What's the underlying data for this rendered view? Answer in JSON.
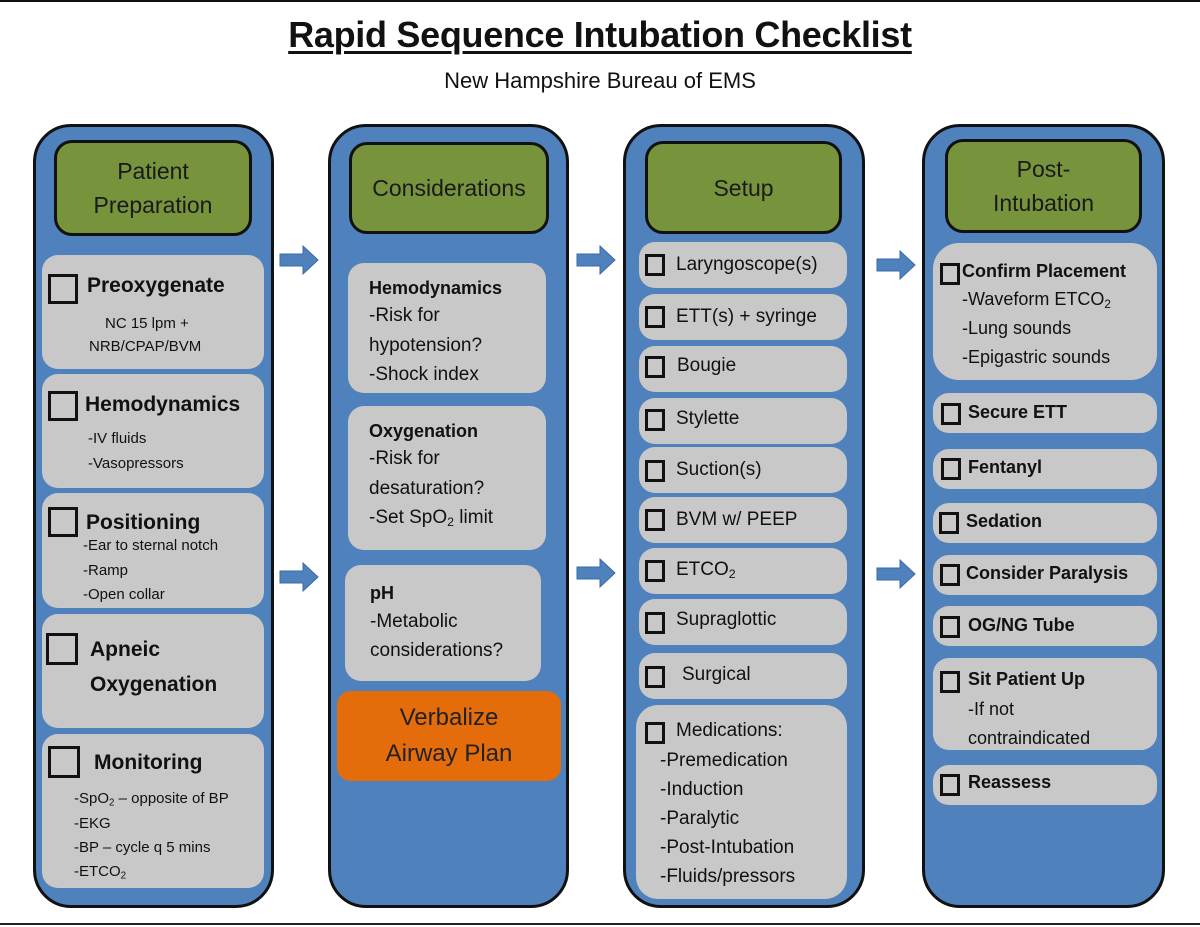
{
  "title": "Rapid Sequence Intubation Checklist",
  "subtitle": "New Hampshire Bureau of EMS",
  "colors": {
    "column_blue": "#4f81bd",
    "header_green": "#77933c",
    "card_gray": "#c8c8c8",
    "plan_orange": "#e46c0a"
  },
  "columns": [
    {
      "header_line1": "Patient",
      "header_line2": "Preparation",
      "items": [
        {
          "label": "Preoxygenate",
          "details": [
            "NC 15 lpm +",
            "NRB/CPAP/BVM"
          ],
          "checked": false
        },
        {
          "label": "Hemodynamics",
          "details": [
            "-IV fluids",
            "-Vasopressors"
          ],
          "checked": false
        },
        {
          "label": "Positioning",
          "details": [
            "-Ear to sternal notch",
            "-Ramp",
            "-Open collar"
          ],
          "checked": false
        },
        {
          "label_line1": "Apneic",
          "label_line2": "Oxygenation",
          "checked": false
        },
        {
          "label": "Monitoring",
          "details": [
            "-SpO",
            "2",
            " – opposite of BP",
            "-EKG",
            "-BP – cycle q 5 mins",
            "-ETCO",
            "2"
          ],
          "checked": false
        }
      ]
    },
    {
      "header": "Considerations",
      "items": [
        {
          "label": "Hemodynamics",
          "details": [
            "-Risk for",
            "hypotension?",
            "-Shock index"
          ]
        },
        {
          "label": "Oxygenation",
          "details": [
            "-Risk for",
            "desaturation?",
            "-Set SpO",
            "2",
            " limit"
          ]
        },
        {
          "label": "pH",
          "details": [
            "-Metabolic",
            "considerations?"
          ]
        }
      ],
      "plan_line1": "Verbalize",
      "plan_line2": "Airway Plan"
    },
    {
      "header": "Setup",
      "items": [
        {
          "label": "Laryngoscope(s)",
          "checked": false
        },
        {
          "label": "ETT(s) + syringe",
          "checked": false
        },
        {
          "label": "Bougie",
          "checked": false
        },
        {
          "label": "Stylette",
          "checked": false
        },
        {
          "label": "Suction(s)",
          "checked": false
        },
        {
          "label": "BVM w/ PEEP",
          "checked": false
        },
        {
          "label": "ETCO",
          "label_sub": "2",
          "checked": false
        },
        {
          "label": "Supraglottic",
          "checked": false
        },
        {
          "label": "Surgical",
          "checked": false
        },
        {
          "label": "Medications:",
          "details": [
            "-Premedication",
            "-Induction",
            "-Paralytic",
            "-Post-Intubation",
            "-Fluids/pressors"
          ],
          "checked": false
        }
      ]
    },
    {
      "header_line1": "Post-",
      "header_line2": "Intubation",
      "items": [
        {
          "label": "Confirm Placement",
          "details": [
            "-Waveform ETCO",
            "2",
            "-Lung sounds",
            "-Epigastric sounds"
          ],
          "checked": false
        },
        {
          "label": "Secure ETT",
          "checked": false
        },
        {
          "label": "Fentanyl",
          "checked": false
        },
        {
          "label": "Sedation",
          "checked": false
        },
        {
          "label": "Consider Paralysis",
          "checked": false
        },
        {
          "label": "OG/NG Tube",
          "checked": false
        },
        {
          "label": "Sit Patient Up",
          "details": [
            "-If not",
            "contraindicated"
          ],
          "checked": false
        },
        {
          "label": "Reassess",
          "checked": false
        }
      ]
    }
  ],
  "arrows": [
    "arrow-right",
    "arrow-right",
    "arrow-right",
    "arrow-right",
    "arrow-right",
    "arrow-right"
  ]
}
